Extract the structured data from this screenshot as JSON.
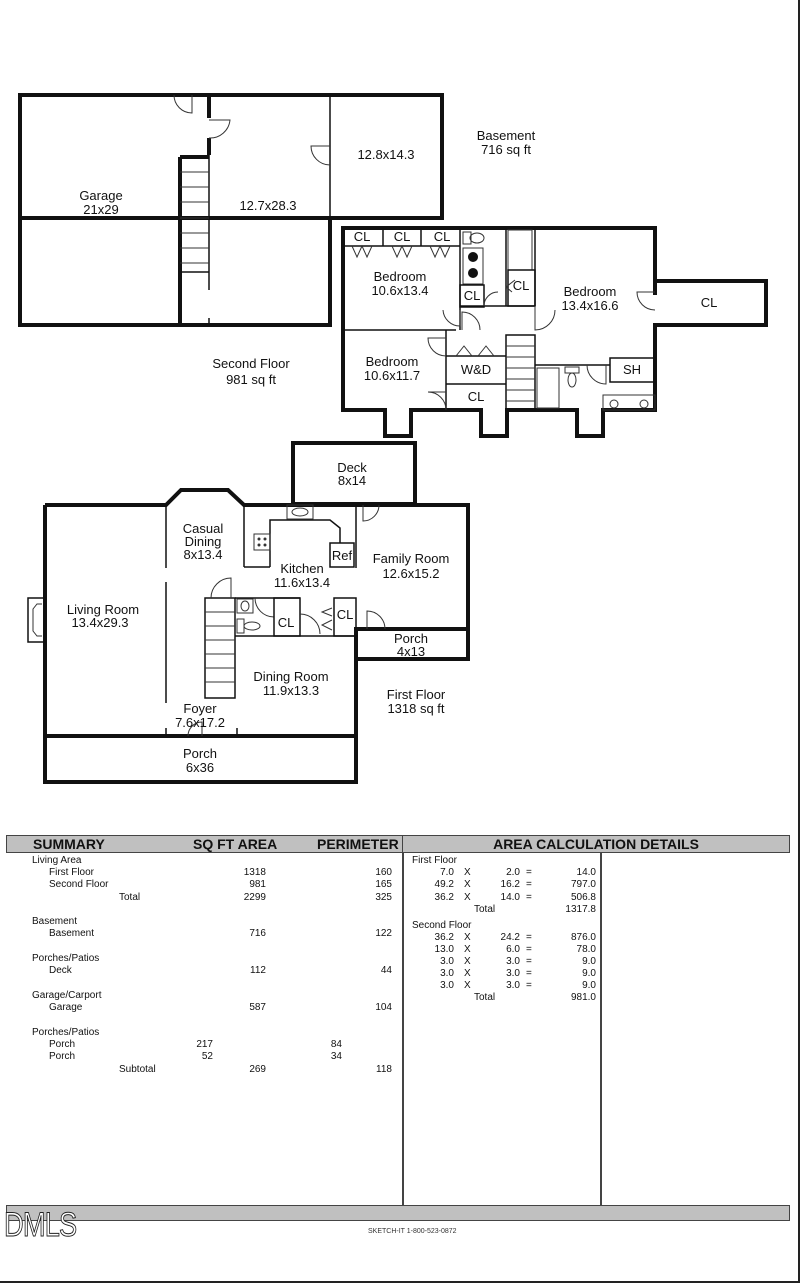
{
  "plan": {
    "basement": {
      "label": "Basement",
      "area": "716 sq ft",
      "rooms": [
        {
          "name": "Garage",
          "dims": "21x29"
        },
        {
          "name": "",
          "dims": "12.7x28.3"
        },
        {
          "name": "",
          "dims": "12.8x14.3"
        }
      ]
    },
    "second_floor": {
      "label": "Second Floor",
      "area": "981 sq ft",
      "rooms": [
        {
          "name": "Bedroom",
          "dims": "10.6x13.4"
        },
        {
          "name": "Bedroom",
          "dims": "13.4x16.6"
        },
        {
          "name": "Bedroom",
          "dims": "10.6x11.7"
        }
      ],
      "fixtures": {
        "closet": "CL",
        "laundry": "W&D",
        "shower": "SH"
      }
    },
    "first_floor": {
      "label": "First Floor",
      "area": "1318 sq ft",
      "rooms": [
        {
          "name": "Deck",
          "dims": "8x14"
        },
        {
          "name": "Casual",
          "name2": "Dining",
          "dims": "8x13.4"
        },
        {
          "name": "Kitchen",
          "dims": "11.6x13.4"
        },
        {
          "name": "Family Room",
          "dims": "12.6x15.2"
        },
        {
          "name": "Living Room",
          "dims": "13.4x29.3"
        },
        {
          "name": "Porch",
          "dims": "4x13"
        },
        {
          "name": "Dining Room",
          "dims": "11.9x13.3"
        },
        {
          "name": "Foyer",
          "dims": "7.6x17.2"
        },
        {
          "name": "Porch",
          "dims": "6x36"
        }
      ],
      "fixtures": {
        "closet": "CL",
        "refrigerator": "Ref"
      }
    }
  },
  "summary": {
    "headers": {
      "summary": "SUMMARY",
      "area": "SQ FT AREA",
      "perimeter": "PERIMETER",
      "details": "AREA CALCULATION DETAILS"
    },
    "groups": [
      {
        "title": "Living Area",
        "rows": [
          {
            "label": "First Floor",
            "area": "1318",
            "perimeter": "160"
          },
          {
            "label": "Second Floor",
            "area": "981",
            "perimeter": "165"
          },
          {
            "label": "Total",
            "area": "2299",
            "perimeter": "325"
          }
        ]
      },
      {
        "title": "Basement",
        "rows": [
          {
            "label": "Basement",
            "area": "716",
            "perimeter": "122"
          }
        ]
      },
      {
        "title": "Porches/Patios",
        "rows": [
          {
            "label": "Deck",
            "area": "112",
            "perimeter": "44"
          }
        ]
      },
      {
        "title": "Garage/Carport",
        "rows": [
          {
            "label": "Garage",
            "area": "587",
            "perimeter": "104"
          }
        ]
      },
      {
        "title": "Porches/Patios",
        "rows": [
          {
            "label": "Porch",
            "sub_area": "217",
            "sub_perimeter": "84"
          },
          {
            "label": "Porch",
            "sub_area": "52",
            "sub_perimeter": "34"
          },
          {
            "label": "Subtotal",
            "area": "269",
            "perimeter": "118"
          }
        ]
      }
    ],
    "details": [
      {
        "title": "First Floor",
        "rows": [
          {
            "a": "7.0",
            "x": "X",
            "b": "2.0",
            "eq": "=",
            "r": "14.0"
          },
          {
            "a": "49.2",
            "x": "X",
            "b": "16.2",
            "eq": "=",
            "r": "797.0"
          },
          {
            "a": "36.2",
            "x": "X",
            "b": "14.0",
            "eq": "=",
            "r": "506.8"
          }
        ],
        "total_label": "Total",
        "total": "1317.8"
      },
      {
        "title": "Second Floor",
        "rows": [
          {
            "a": "36.2",
            "x": "X",
            "b": "24.2",
            "eq": "=",
            "r": "876.0"
          },
          {
            "a": "13.0",
            "x": "X",
            "b": "6.0",
            "eq": "=",
            "r": "78.0"
          },
          {
            "a": "3.0",
            "x": "X",
            "b": "3.0",
            "eq": "=",
            "r": "9.0"
          },
          {
            "a": "3.0",
            "x": "X",
            "b": "3.0",
            "eq": "=",
            "r": "9.0"
          },
          {
            "a": "3.0",
            "x": "X",
            "b": "3.0",
            "eq": "=",
            "r": "9.0"
          }
        ],
        "total_label": "Total",
        "total": "981.0"
      }
    ]
  },
  "footer": {
    "logo": "DMLS",
    "credit": "SKETCH-IT 1-800-523-0872"
  }
}
